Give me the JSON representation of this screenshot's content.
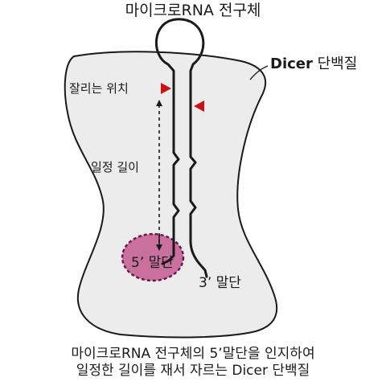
{
  "title": "마이크로RNA 전구체",
  "labels": {
    "dicer_name": "Dicer",
    "dicer_suffix": " 단백질",
    "cleavage_site": "잘리는 위치",
    "fixed_length": "일정 길이",
    "five_end": "5’ 말단",
    "three_end": "3’ 말단"
  },
  "caption": {
    "line1": "마이크로RNA 전구체의 5’말단을 인지하여",
    "line2": "일정한 길이를 재서 자르는 Dicer 단백질"
  },
  "colors": {
    "protein_fill": "#ececec",
    "outline": "#1a1a1a",
    "pocket_fill": "#c9709e",
    "pocket_border": "#6b1447",
    "cleavage_marker": "#cc1111"
  },
  "icons": [
    "cleavage-arrow-icon",
    "measure-arrow-icon"
  ]
}
